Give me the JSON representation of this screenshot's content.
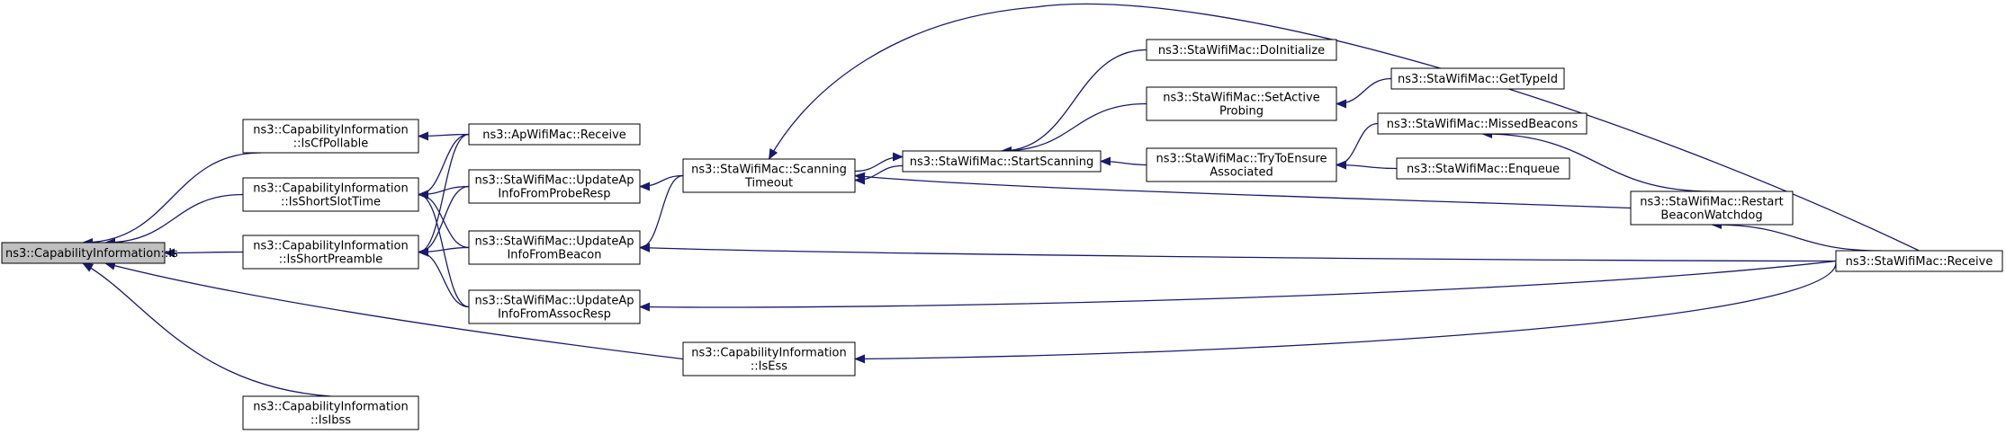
{
  "colors": {
    "edge": "#191970",
    "root_fill": "#bfbfbf",
    "node_fill": "#ffffff",
    "border": "#000000"
  },
  "nodes": [
    {
      "id": "is",
      "lines": [
        "ns3::CapabilityInformation::Is"
      ]
    },
    {
      "id": "iscfpollable",
      "lines": [
        "ns3::CapabilityInformation",
        "::IsCfPollable"
      ]
    },
    {
      "id": "isshortslottime",
      "lines": [
        "ns3::CapabilityInformation",
        "::IsShortSlotTime"
      ]
    },
    {
      "id": "isshortpreamble",
      "lines": [
        "ns3::CapabilityInformation",
        "::IsShortPreamble"
      ]
    },
    {
      "id": "isibss",
      "lines": [
        "ns3::CapabilityInformation",
        "::IsIbss"
      ]
    },
    {
      "id": "ap_receive",
      "lines": [
        "ns3::ApWifiMac::Receive"
      ]
    },
    {
      "id": "upd_probe",
      "lines": [
        "ns3::StaWifiMac::UpdateAp",
        "InfoFromProbeResp"
      ]
    },
    {
      "id": "upd_beacon",
      "lines": [
        "ns3::StaWifiMac::UpdateAp",
        "InfoFromBeacon"
      ]
    },
    {
      "id": "upd_assoc",
      "lines": [
        "ns3::StaWifiMac::UpdateAp",
        "InfoFromAssocResp"
      ]
    },
    {
      "id": "isess",
      "lines": [
        "ns3::CapabilityInformation",
        "::IsEss"
      ]
    },
    {
      "id": "scan_timeout",
      "lines": [
        "ns3::StaWifiMac::Scanning",
        "Timeout"
      ]
    },
    {
      "id": "start_scanning",
      "lines": [
        "ns3::StaWifiMac::StartScanning"
      ]
    },
    {
      "id": "doinit",
      "lines": [
        "ns3::StaWifiMac::DoInitialize"
      ]
    },
    {
      "id": "setactive",
      "lines": [
        "ns3::StaWifiMac::SetActive",
        "Probing"
      ]
    },
    {
      "id": "trytoensure",
      "lines": [
        "ns3::StaWifiMac::TryToEnsure",
        "Associated"
      ]
    },
    {
      "id": "gettypeid",
      "lines": [
        "ns3::StaWifiMac::GetTypeId"
      ]
    },
    {
      "id": "missedbeacons",
      "lines": [
        "ns3::StaWifiMac::MissedBeacons"
      ]
    },
    {
      "id": "enqueue",
      "lines": [
        "ns3::StaWifiMac::Enqueue"
      ]
    },
    {
      "id": "restart",
      "lines": [
        "ns3::StaWifiMac::Restart",
        "BeaconWatchdog"
      ]
    },
    {
      "id": "sta_receive",
      "lines": [
        "ns3::StaWifiMac::Receive"
      ]
    }
  ],
  "edges": [
    {
      "from": "iscfpollable",
      "to": "is"
    },
    {
      "from": "isshortslottime",
      "to": "is"
    },
    {
      "from": "isshortpreamble",
      "to": "is"
    },
    {
      "from": "isess",
      "to": "is"
    },
    {
      "from": "isibss",
      "to": "is"
    },
    {
      "from": "ap_receive",
      "to": "iscfpollable"
    },
    {
      "from": "ap_receive",
      "to": "isshortslottime"
    },
    {
      "from": "upd_probe",
      "to": "isshortslottime"
    },
    {
      "from": "upd_beacon",
      "to": "isshortslottime"
    },
    {
      "from": "upd_assoc",
      "to": "isshortslottime"
    },
    {
      "from": "ap_receive",
      "to": "isshortpreamble"
    },
    {
      "from": "upd_probe",
      "to": "isshortpreamble"
    },
    {
      "from": "upd_beacon",
      "to": "isshortpreamble"
    },
    {
      "from": "upd_assoc",
      "to": "isshortpreamble"
    },
    {
      "from": "scan_timeout",
      "to": "upd_probe"
    },
    {
      "from": "scan_timeout",
      "to": "upd_beacon"
    },
    {
      "from": "sta_receive",
      "to": "upd_beacon"
    },
    {
      "from": "sta_receive",
      "to": "upd_assoc"
    },
    {
      "from": "sta_receive",
      "to": "isess"
    },
    {
      "from": "start_scanning",
      "to": "scan_timeout"
    },
    {
      "from": "restart",
      "to": "scan_timeout"
    },
    {
      "from": "sta_receive",
      "to": "scan_timeout"
    },
    {
      "from": "scan_timeout",
      "to": "start_scanning"
    },
    {
      "from": "doinit",
      "to": "start_scanning"
    },
    {
      "from": "setactive",
      "to": "start_scanning"
    },
    {
      "from": "trytoensure",
      "to": "start_scanning"
    },
    {
      "from": "gettypeid",
      "to": "setactive"
    },
    {
      "from": "missedbeacons",
      "to": "trytoensure"
    },
    {
      "from": "enqueue",
      "to": "trytoensure"
    },
    {
      "from": "restart",
      "to": "missedbeacons"
    },
    {
      "from": "sta_receive",
      "to": "restart"
    }
  ]
}
